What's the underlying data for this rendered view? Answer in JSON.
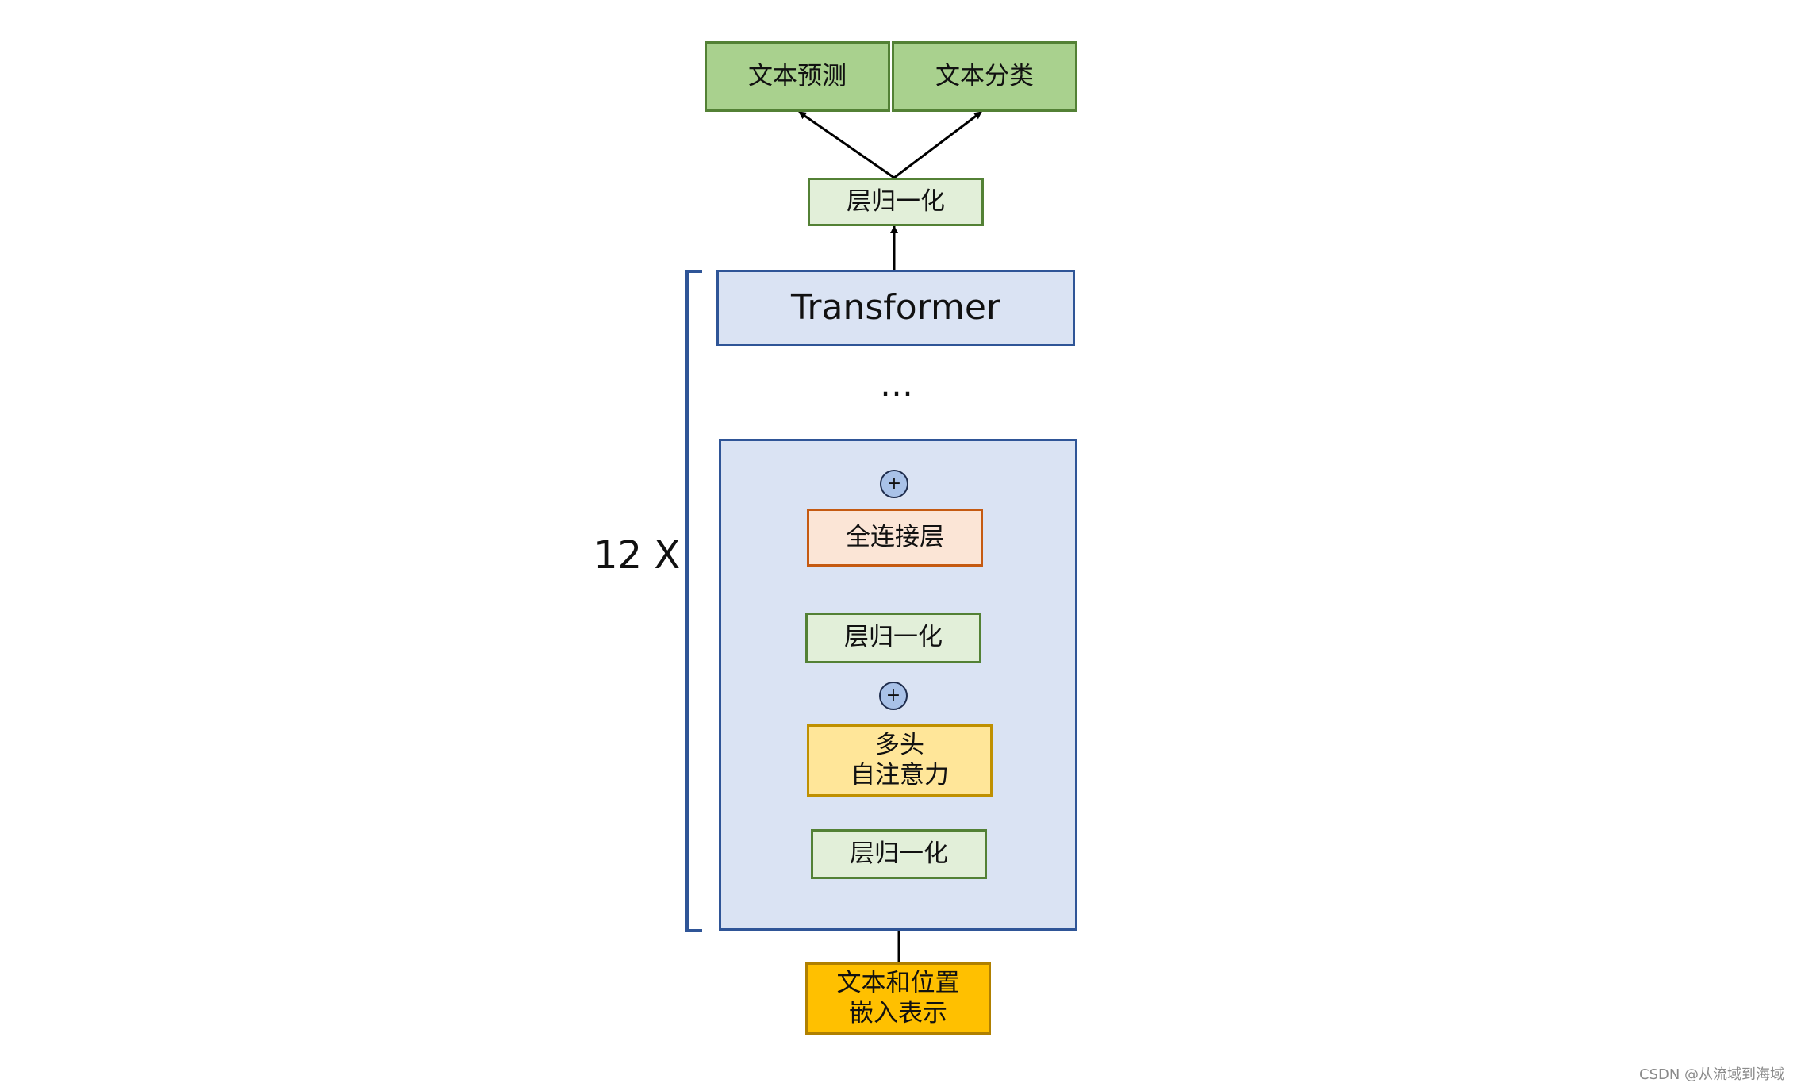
{
  "diagram": {
    "outputs": {
      "predict": "文本预测",
      "classify": "文本分类"
    },
    "final_norm": "层归一化",
    "transformer": "Transformer",
    "ellipsis": "…",
    "repeat": "12 X",
    "block": {
      "plus_top": "+",
      "ffn": "全连接层",
      "norm_top": "层归一化",
      "plus_mid": "+",
      "attention_line1": "多头",
      "attention_line2": "自注意力",
      "norm_bottom": "层归一化"
    },
    "embedding_line1": "文本和位置",
    "embedding_line2": "嵌入表示"
  },
  "watermark": "CSDN @从流域到海域",
  "colors": {
    "output_fill": "#a9d18e",
    "norm_fill": "#e2efd9",
    "green_border": "#538135",
    "transformer_fill": "#dae3f3",
    "blue_border": "#2f5597",
    "ffn_fill": "#fbe5d6",
    "ffn_border": "#c55a11",
    "attention_fill": "#ffe699",
    "embedding_fill": "#ffc000"
  }
}
